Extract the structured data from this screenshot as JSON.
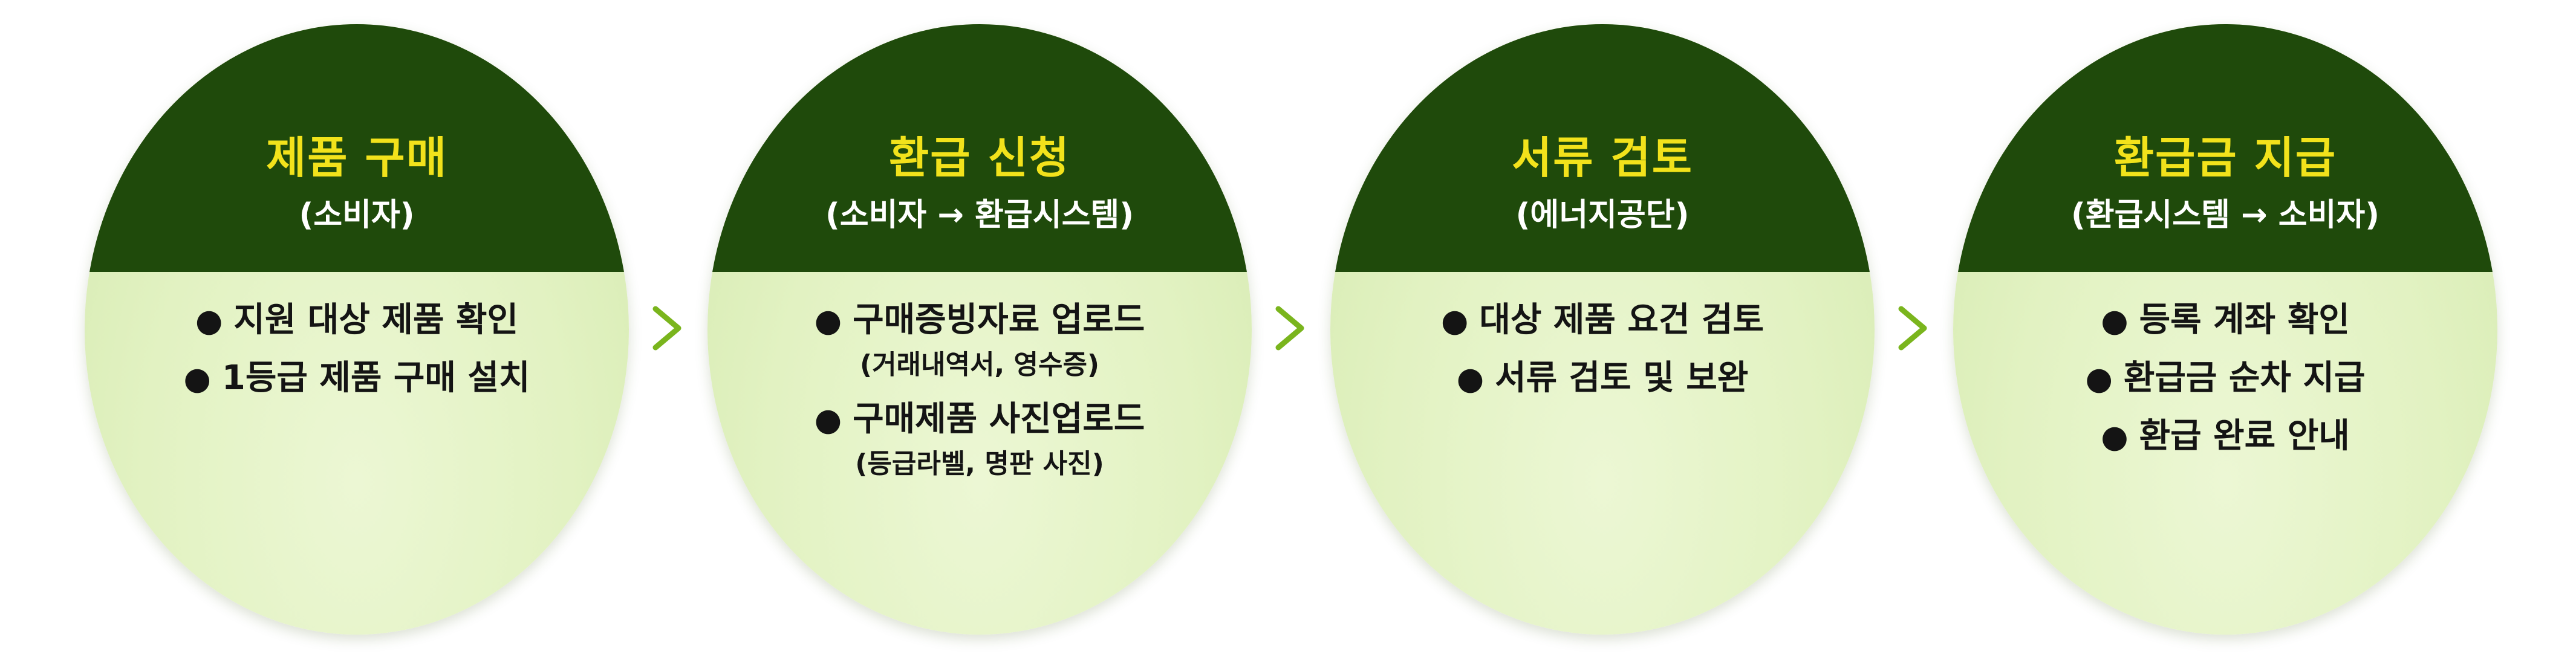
{
  "steps": [
    {
      "title": "제품 구매",
      "actor": "(소비자)",
      "items": [
        {
          "kind": "main",
          "text": "지원 대상 제품 확인"
        },
        {
          "kind": "main",
          "text": "1등급 제품 구매 설치"
        }
      ]
    },
    {
      "title": "환급 신청",
      "actor": "(소비자 → 환급시스템)",
      "items": [
        {
          "kind": "main",
          "text": "구매증빙자료 업로드"
        },
        {
          "kind": "sub",
          "text": "(거래내역서, 영수증)"
        },
        {
          "kind": "main",
          "text": "구매제품 사진업로드"
        },
        {
          "kind": "sub",
          "text": "(등급라벨, 명판 사진)"
        }
      ]
    },
    {
      "title": "서류 검토",
      "actor": "(에너지공단)",
      "items": [
        {
          "kind": "main",
          "text": "대상 제품 요건 검토"
        },
        {
          "kind": "main",
          "text": "서류 검토 및 보완"
        }
      ]
    },
    {
      "title": "환급금 지급",
      "actor": "(환급시스템 → 소비자)",
      "items": [
        {
          "kind": "main",
          "text": "등록 계좌 확인"
        },
        {
          "kind": "main",
          "text": "환급금 순차 지급"
        },
        {
          "kind": "main",
          "text": "환급 완료 안내"
        }
      ]
    }
  ],
  "colors": {
    "header_bg": "#1f4a0b",
    "title_text": "#f2e21b",
    "actor_text": "#ffffff",
    "body_bg": "#e2f2c2",
    "item_text": "#141414",
    "arrow": "#7ab51d"
  },
  "icons": {
    "bullet": "filled-circle-bullet-icon",
    "connector": "chevron-right-icon"
  }
}
